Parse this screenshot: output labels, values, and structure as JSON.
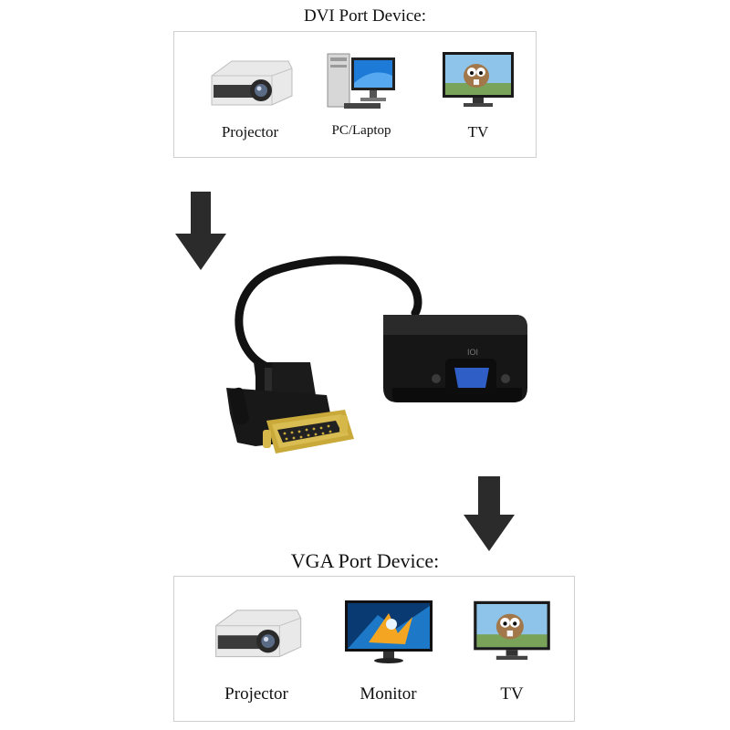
{
  "dvi_section": {
    "title": "DVI Port Device:",
    "devices": [
      {
        "label": "Projector",
        "icon": "projector-icon"
      },
      {
        "label": "PC/Laptop",
        "icon": "desktop-pc-icon"
      },
      {
        "label": "TV",
        "icon": "tv-icon"
      }
    ]
  },
  "vga_section": {
    "title": "VGA Port Device:",
    "devices": [
      {
        "label": "Projector",
        "icon": "projector-icon"
      },
      {
        "label": "Monitor",
        "icon": "monitor-icon"
      },
      {
        "label": "TV",
        "icon": "tv-icon"
      }
    ]
  },
  "adapter": {
    "port_marking": "IOI"
  },
  "colors": {
    "arrow": "#2b2b2b",
    "adapter_body": "#151515",
    "connector_gold": "#c9a93a",
    "vga_port": "#2f5fc6",
    "box_border": "#cfcfcf"
  }
}
